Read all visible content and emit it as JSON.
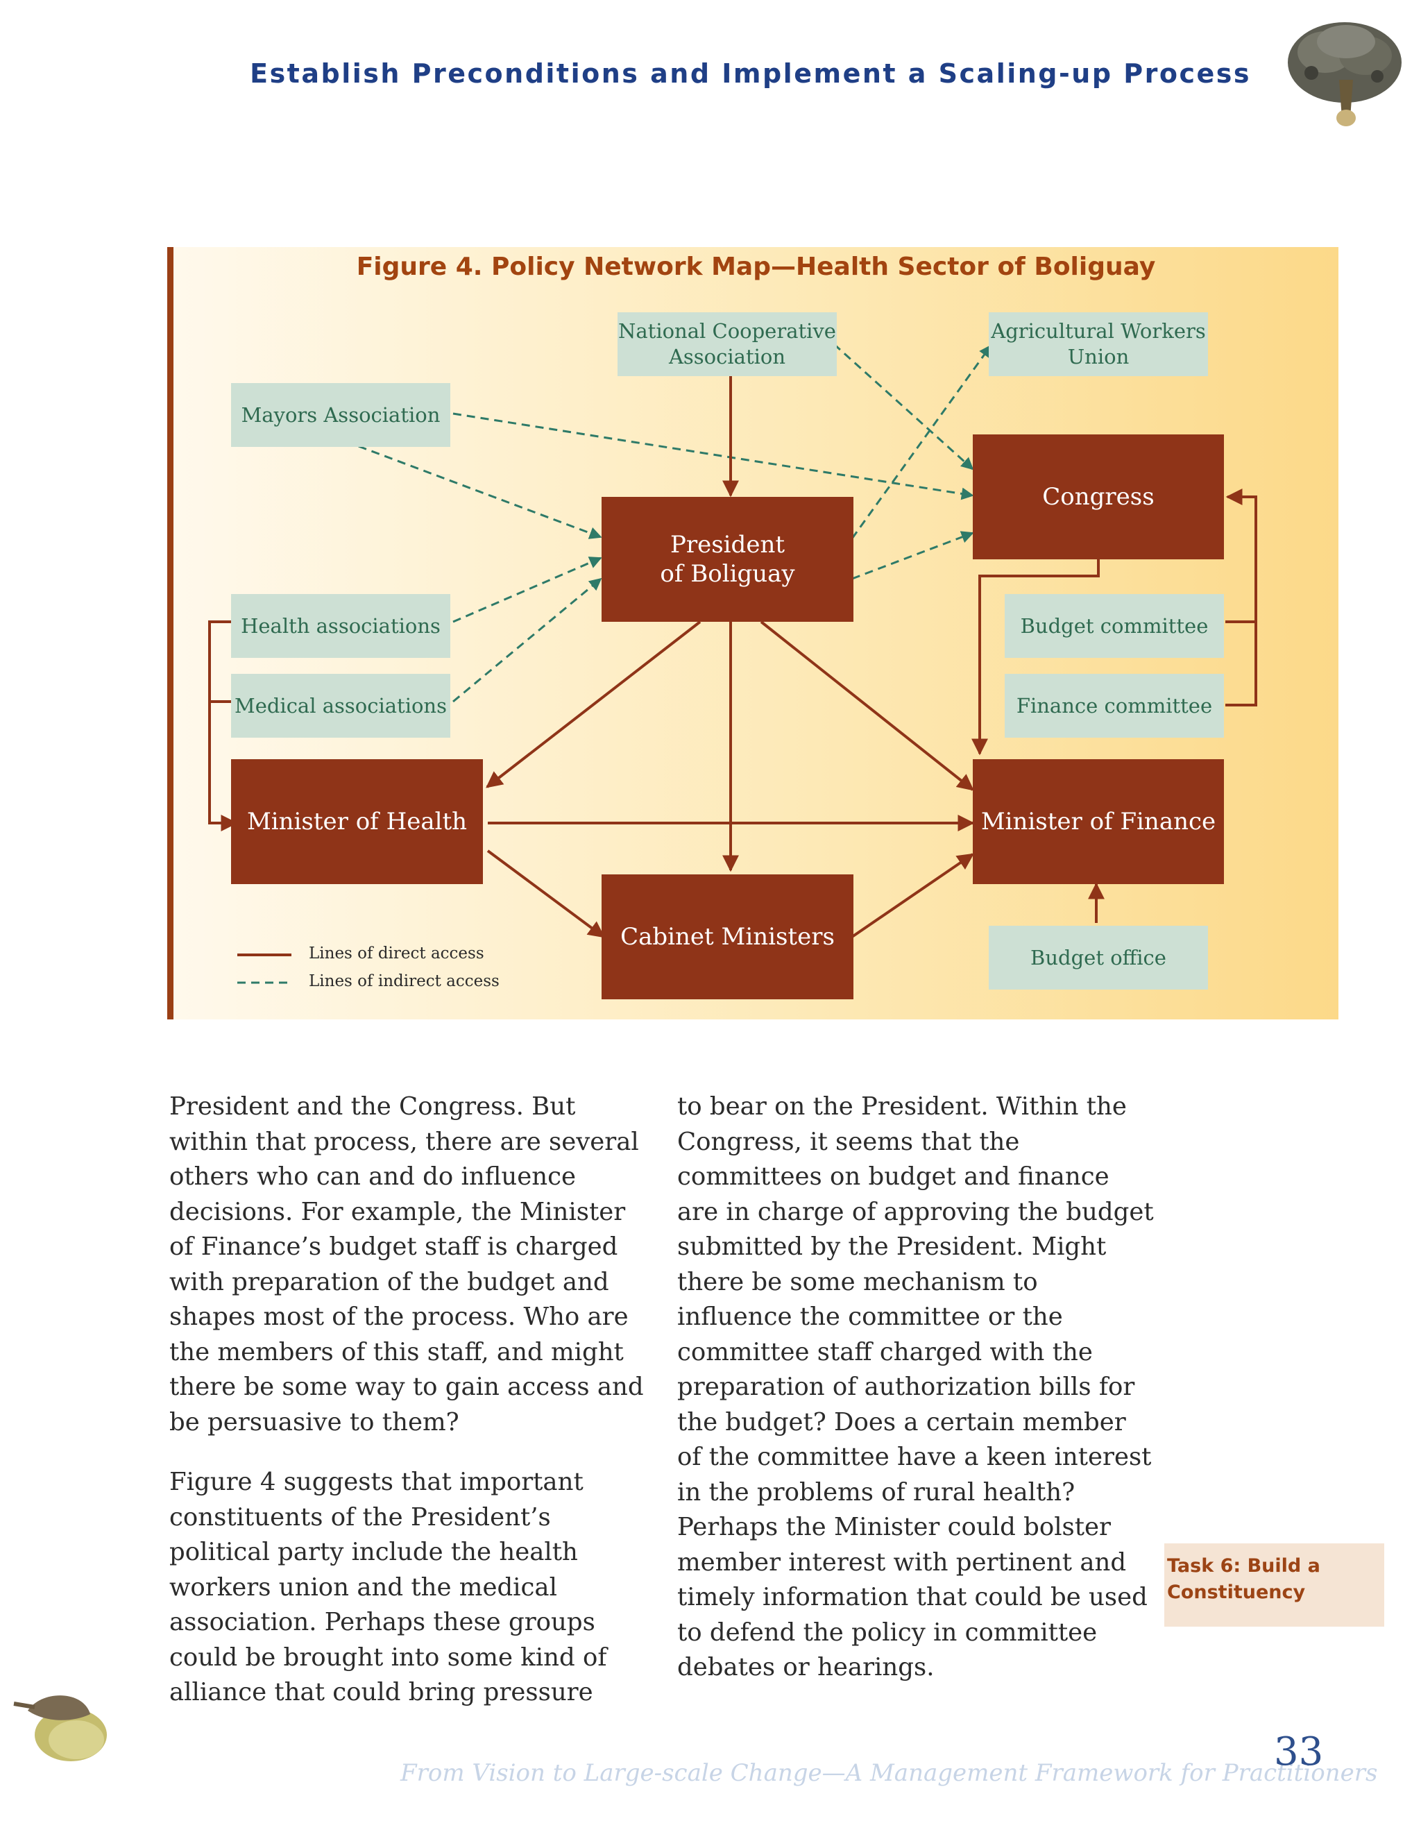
{
  "header": {
    "title": "Establish Preconditions and Implement a Scaling-up Process"
  },
  "figure": {
    "title": "Figure 4. Policy Network Map—Health Sector of Boliguay",
    "nodes": {
      "national_coop": "National Cooperative Association",
      "agri_workers": "Agricultural Workers Union",
      "mayors": "Mayors  Association",
      "congress": "Congress",
      "president": "President of Boliguay",
      "health_assoc": "Health associations",
      "medical_assoc": "Medical associations",
      "budget_committee": "Budget committee",
      "finance_committee": "Finance committee",
      "minister_health": "Minister of Health",
      "minister_finance": "Minister of Finance",
      "cabinet": "Cabinet Ministers",
      "budget_office": "Budget office"
    },
    "legend": {
      "direct": "Lines of direct access",
      "indirect": "Lines of indirect access"
    },
    "colors": {
      "direct": "#8f3418",
      "indirect": "#2e7a68",
      "box_green": "#cde0d4",
      "box_brown": "#8f3418"
    }
  },
  "body": {
    "left_paragraphs": [
      "President and the Congress. But within that process, there are several others who can and do influence decisions. For example, the Minister of Finance’s budget staff is charged with preparation of the budget and shapes most of the process. Who are the members of this staff, and might there be some way to gain access and be persuasive to them?",
      "Figure 4 suggests that important constituents of the President’s political party include the health workers union and the medical association. Perhaps these groups could be brought into some kind of alliance that could bring pressure"
    ],
    "right_paragraphs": [
      "to bear on the President. Within the Congress, it seems that the committees on budget and finance are in charge of approving the budget submitted by the President. Might there be some mechanism to influence the committee or the committee staff charged with the preparation of authorization bills for the budget? Does a certain member of the committee have a keen interest in the problems of rural health? Perhaps the Minister could bolster member interest with pertinent and timely information that could be used to defend the policy in committee debates or hearings."
    ]
  },
  "sidebar": {
    "task_label": "Task 6: Build a Constituency"
  },
  "footer": {
    "book_title": "From Vision to Large-scale Change—A Management Framework for Practitioners",
    "page_number": "33"
  }
}
